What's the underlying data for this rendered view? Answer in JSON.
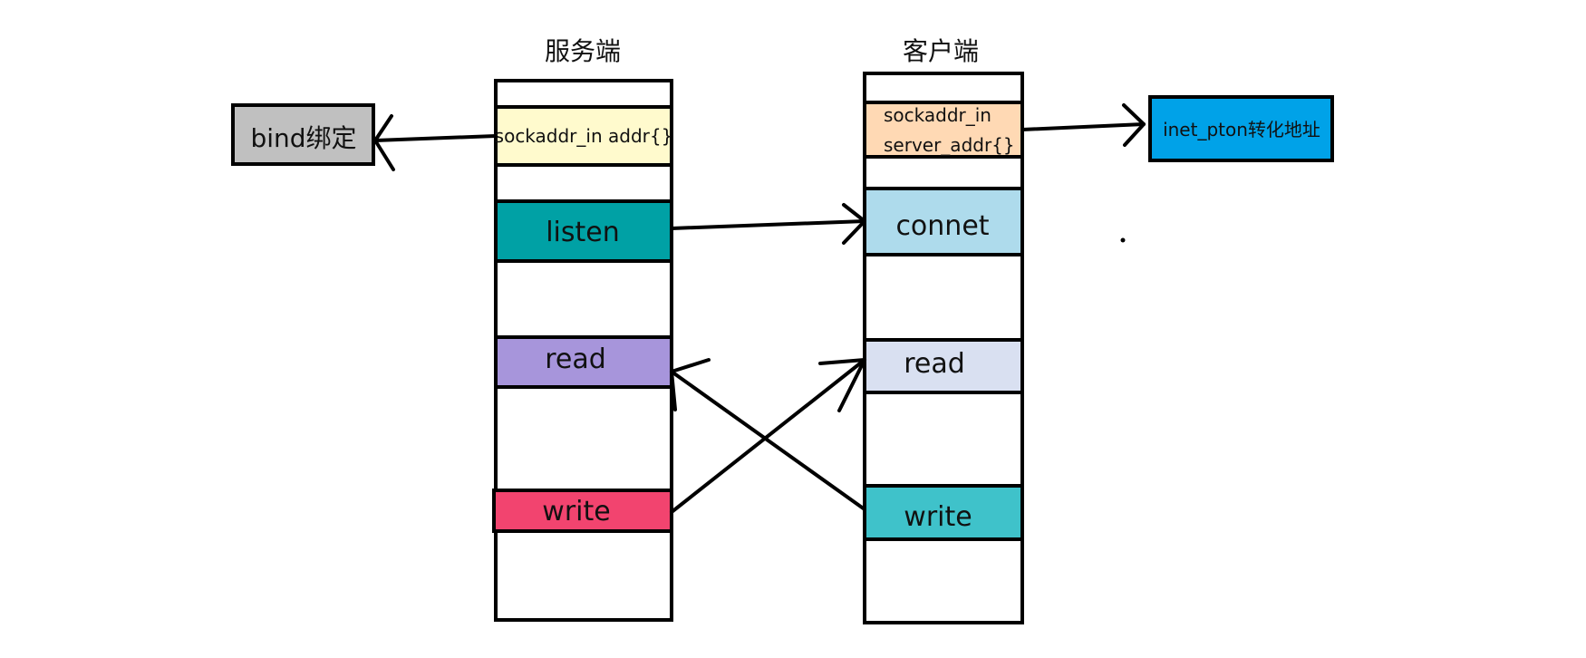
{
  "server": {
    "title": "服务端",
    "addr_label": "sockaddr_in addr{}",
    "listen_label": "listen",
    "read_label": "read",
    "write_label": "write"
  },
  "client": {
    "title": "客户端",
    "addr_line1": "sockaddr_in",
    "addr_line2": "server_addr{}",
    "connect_label": "connet",
    "read_label": "read",
    "write_label": "write"
  },
  "bind": {
    "label": "bind绑定"
  },
  "inet_pton": {
    "label": "inet_pton转化地址"
  },
  "colors": {
    "bind_box": "#c0c0c0",
    "server_addr": "#fffacd",
    "server_listen": "#00a1a5",
    "server_read": "#a795db",
    "server_write": "#f2446f",
    "client_addr": "#ffd9b4",
    "client_connect": "#aedbec",
    "client_read": "#d9e0f1",
    "client_write": "#3fc2ca",
    "inet_pton_box": "#00a2e8"
  }
}
